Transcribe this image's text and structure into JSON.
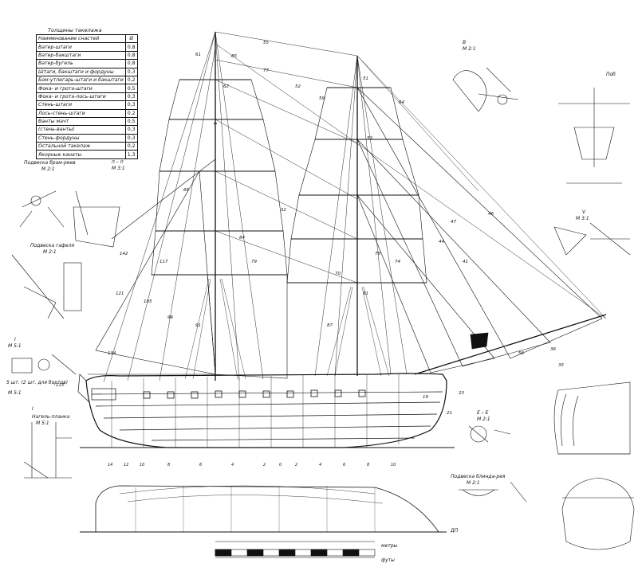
{
  "table": {
    "title": "Толщины такелажа",
    "rows": [
      {
        "name": "Наименование снастей",
        "value": "Ø"
      },
      {
        "name": "Ватер-штаги",
        "value": "0,8"
      },
      {
        "name": "Ватер-бакштаги",
        "value": "0,8"
      },
      {
        "name": "Ватер-бугель",
        "value": "0,8"
      },
      {
        "name": "Штаги, бакштаги и фордуны",
        "value": "0,3"
      },
      {
        "name": "Бом-утлегарь-штаги и бакштаги",
        "value": "0,2"
      },
      {
        "name": "Фока- и грота-штаги",
        "value": "0,5"
      },
      {
        "name": "Фока- и грота-лось-штаги",
        "value": "0,3"
      },
      {
        "name": "Стень-штаги",
        "value": "0,3"
      },
      {
        "name": "Лось-стень-штаги",
        "value": "0,2"
      },
      {
        "name": "Ванты мачт",
        "value": "0,5"
      },
      {
        "name": "(стень-ванты)",
        "value": "0,3"
      },
      {
        "name": "Стень-фордуны",
        "value": "0,3"
      },
      {
        "name": "Остальной такелаж",
        "value": "0,2"
      },
      {
        "name": "Якорные канаты",
        "value": "1,3"
      }
    ]
  },
  "details": {
    "bram_rey": {
      "title": "Подвеска брам-реев",
      "scale": "М 2:1"
    },
    "gafel": {
      "title": "Подвеска гафеля",
      "scale": "М 2:1"
    },
    "blinda": {
      "title": "Подвеска блинда-рея",
      "scale": "М 2:1"
    },
    "nagel": {
      "title": "Нагель-планка",
      "scale": "М 5:1"
    },
    "section_v": {
      "title": "В",
      "scale": "М 2:1"
    },
    "section_i": {
      "title": "I",
      "scale": "М 5:1"
    },
    "section_nn": {
      "title": "п – п",
      "scale": "М 3:1"
    },
    "section_ee": {
      "title": "Е – Е",
      "scale": "М 2:1"
    },
    "section_v2": {
      "title": "V",
      "scale": "М 3:1"
    },
    "section_ia": {
      "title": "I",
      "scale": "М 5:1"
    },
    "bort_note": "5 шт. (2 шт. для бортов)",
    "pob": "Поб"
  },
  "labels": {
    "waterline": "ДП",
    "scale_unit": "метры",
    "scale_unit2": "футы",
    "station_marks": [
      "14",
      "12",
      "10",
      "8",
      "6",
      "4",
      "2",
      "0",
      "2",
      "4",
      "6",
      "8",
      "10"
    ]
  },
  "callouts": [
    "55",
    "61",
    "85",
    "62",
    "77",
    "51",
    "52",
    "59",
    "64",
    "53",
    "47",
    "44",
    "41",
    "46",
    "36",
    "35",
    "56",
    "21",
    "23",
    "19",
    "115",
    "142",
    "121",
    "117",
    "134",
    "105",
    "96",
    "91",
    "32",
    "84",
    "79",
    "78",
    "70",
    "81",
    "74",
    "87",
    "66"
  ]
}
